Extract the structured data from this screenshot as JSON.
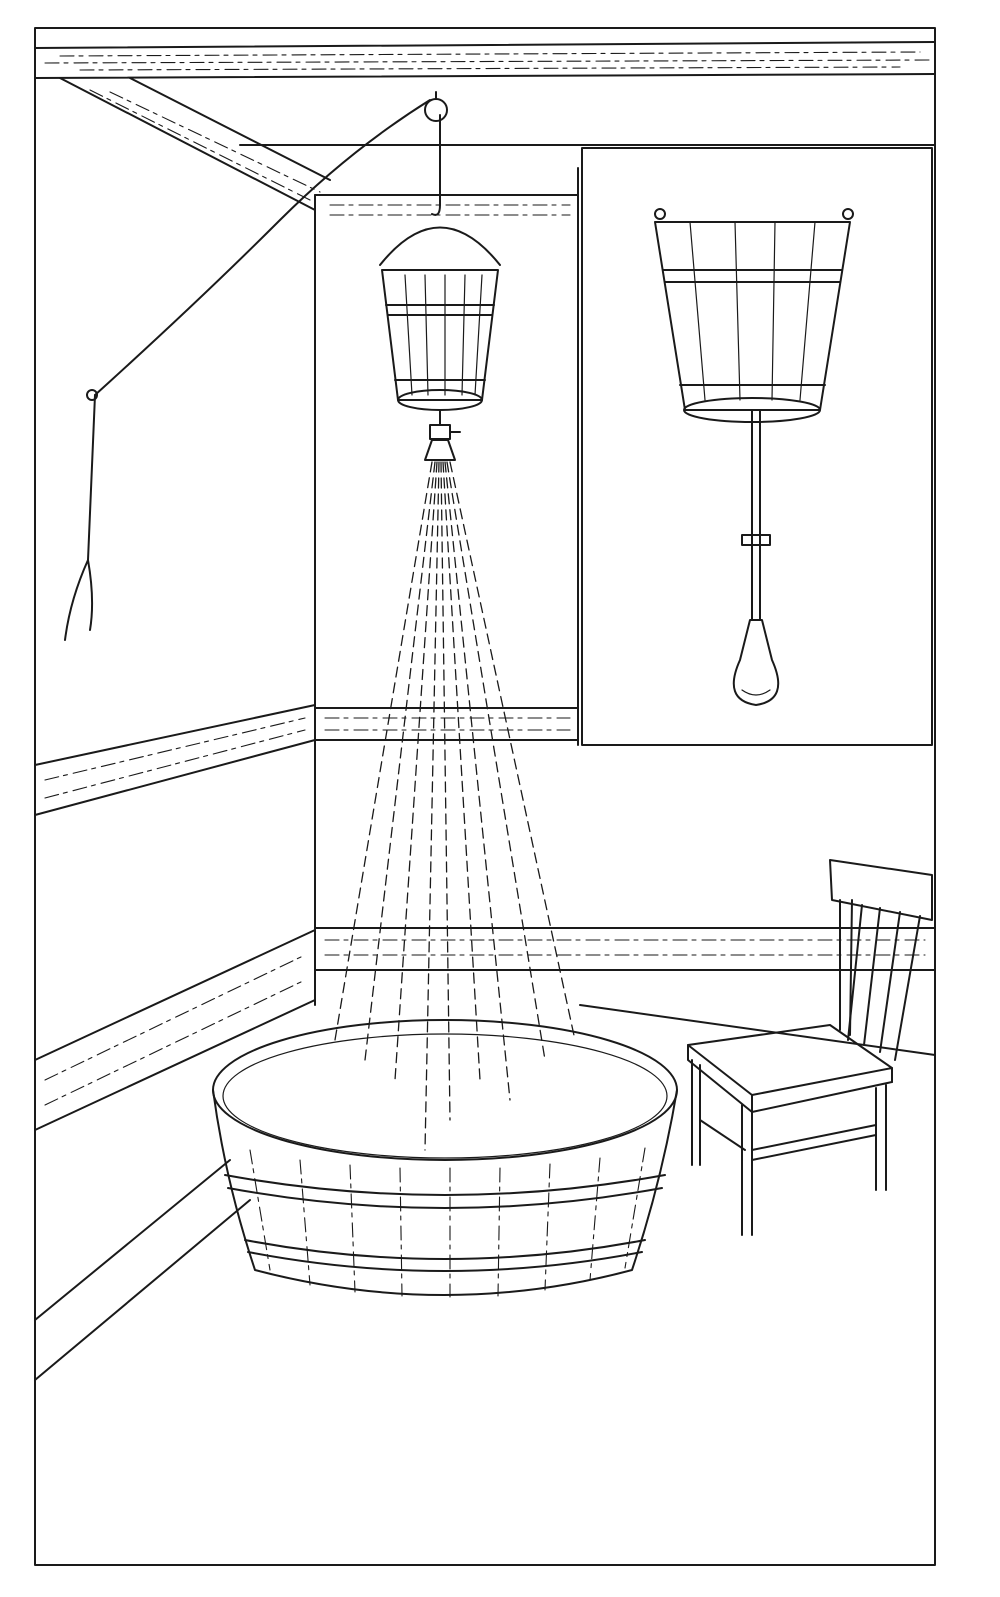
{
  "colors": {
    "ink": "#1a1a1a",
    "paper": "#ffffff"
  },
  "illustration": {
    "scene": "bucket-shower",
    "objects": [
      "hanging-bucket",
      "rope-and-pulley",
      "water-spray",
      "wooden-tub",
      "chair",
      "inset-bucket-with-shower-rose"
    ]
  }
}
